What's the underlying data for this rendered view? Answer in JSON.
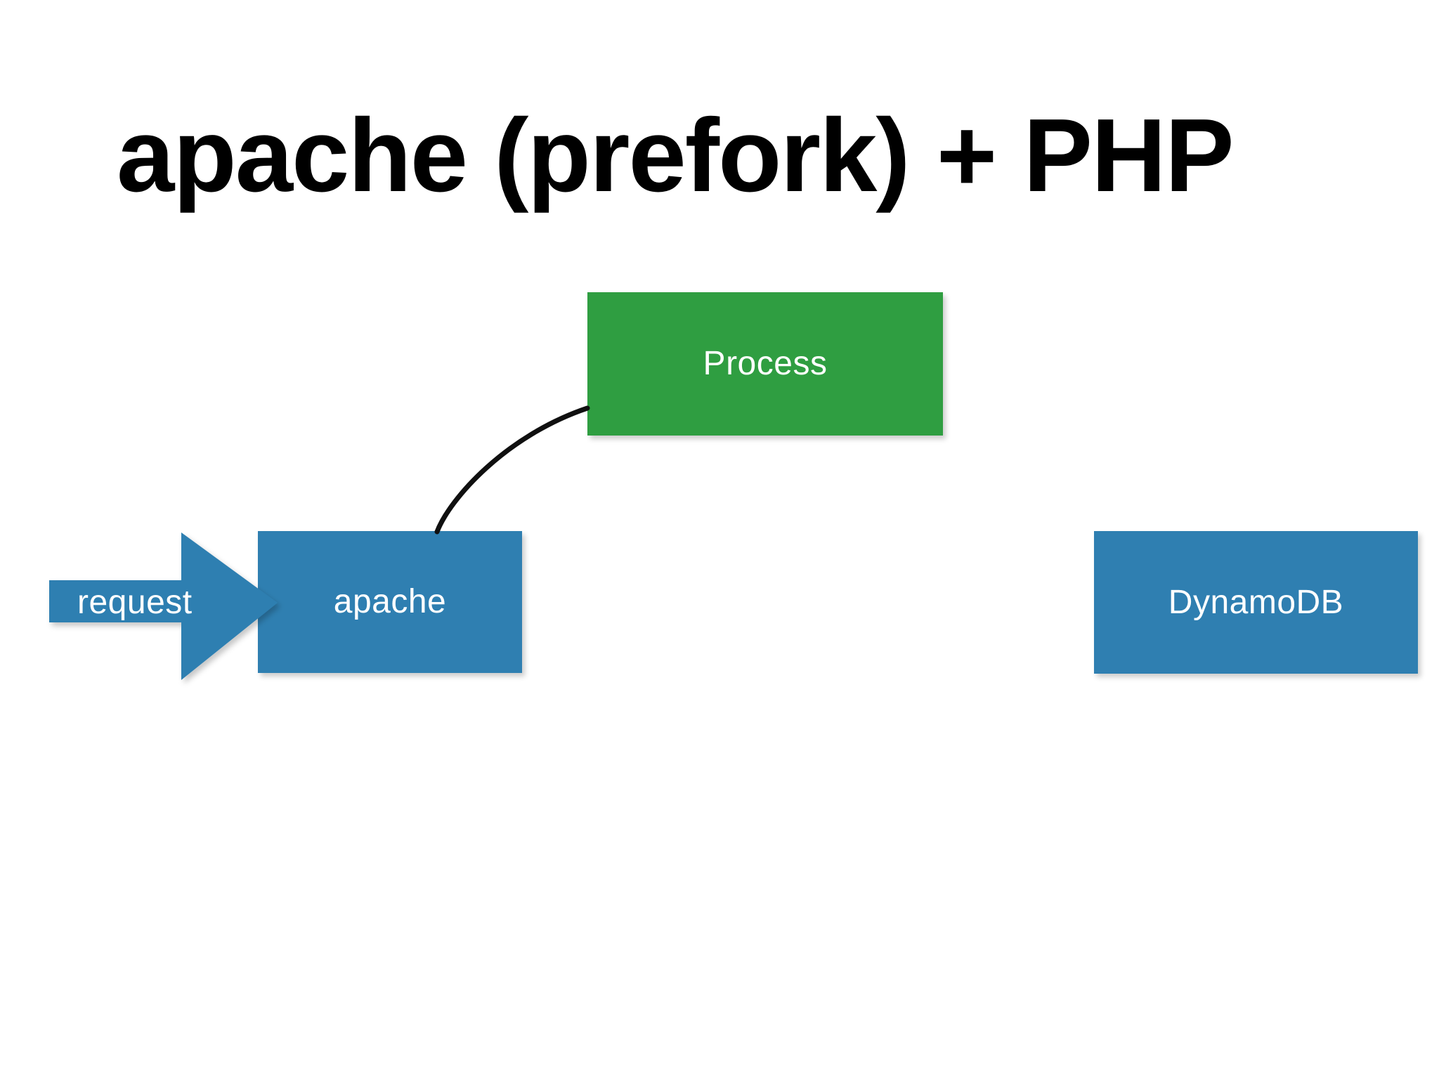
{
  "slide": {
    "background_color": "#FFFFFF",
    "title": "apache (prefork) + PHP"
  },
  "palette": {
    "green": "#2F9E41",
    "blue": "#2F7FB1",
    "text_on_shape": "#FFFFFF",
    "title_color": "#000000",
    "connector_color": "#101010"
  },
  "nodes": {
    "process": {
      "label": "Process",
      "color": "#2F9E41"
    },
    "apache": {
      "label": "apache",
      "color": "#2F7FB1"
    },
    "dynamodb": {
      "label": "DynamoDB",
      "color": "#2F7FB1"
    }
  },
  "arrows": {
    "request": {
      "label": "request",
      "color": "#2F7FB1",
      "direction": "right",
      "target": "apache"
    }
  },
  "connectors": [
    {
      "name": "apache-to-process",
      "from": "apache",
      "to": "process",
      "style": "curved-line",
      "color": "#101010"
    }
  ]
}
